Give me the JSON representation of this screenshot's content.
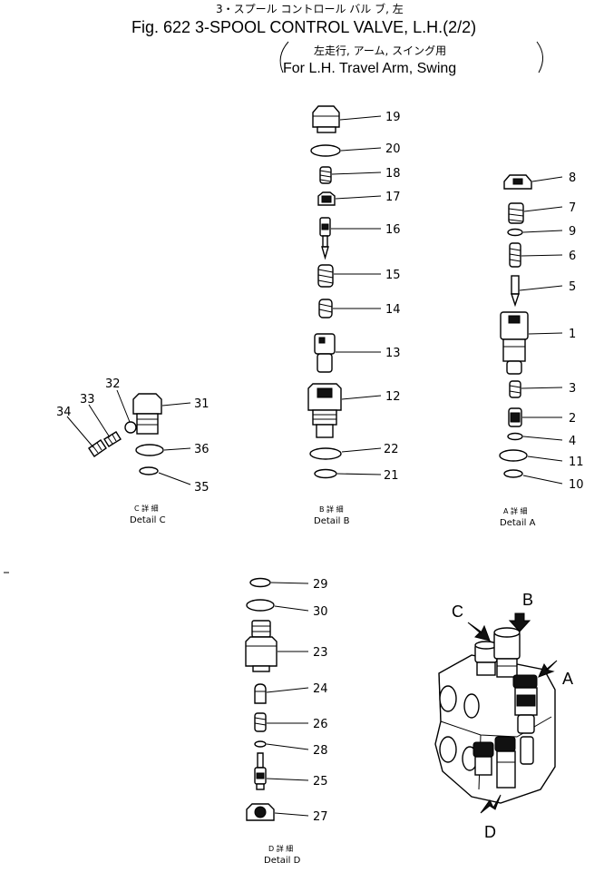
{
  "header": {
    "jp_title": "3・スプール コントロール バル ブ, 左",
    "fig_title": "Fig. 622 3-SPOOL CONTROL VALVE, L.H.(2/2)",
    "jp_subtitle": "左走行, アーム, スイング用",
    "en_subtitle": "For L.H. Travel Arm, Swing"
  },
  "details": {
    "c": {
      "jp": "C 詳 細",
      "en": "Detail C"
    },
    "b": {
      "jp": "B 詳 細",
      "en": "Detail B"
    },
    "a": {
      "jp": "A 詳 細",
      "en": "Detail A"
    },
    "d": {
      "jp": "D 詳 細",
      "en": "Detail D"
    }
  },
  "callouts": {
    "p1": "1",
    "p2": "2",
    "p3": "3",
    "p4": "4",
    "p5": "5",
    "p6": "6",
    "p7": "7",
    "p8": "8",
    "p9": "9",
    "p10": "10",
    "p11": "11",
    "p12": "12",
    "p13": "13",
    "p14": "14",
    "p15": "15",
    "p16": "16",
    "p17": "17",
    "p18": "18",
    "p19": "19",
    "p20": "20",
    "p21": "21",
    "p22": "22",
    "p23": "23",
    "p24": "24",
    "p25": "25",
    "p26": "26",
    "p27": "27",
    "p28": "28",
    "p29": "29",
    "p30": "30",
    "p31": "31",
    "p32": "32",
    "p33": "33",
    "p34": "34",
    "p35": "35",
    "p36": "36"
  },
  "view_letters": {
    "a": "A",
    "b": "B",
    "c": "C",
    "d": "D"
  }
}
